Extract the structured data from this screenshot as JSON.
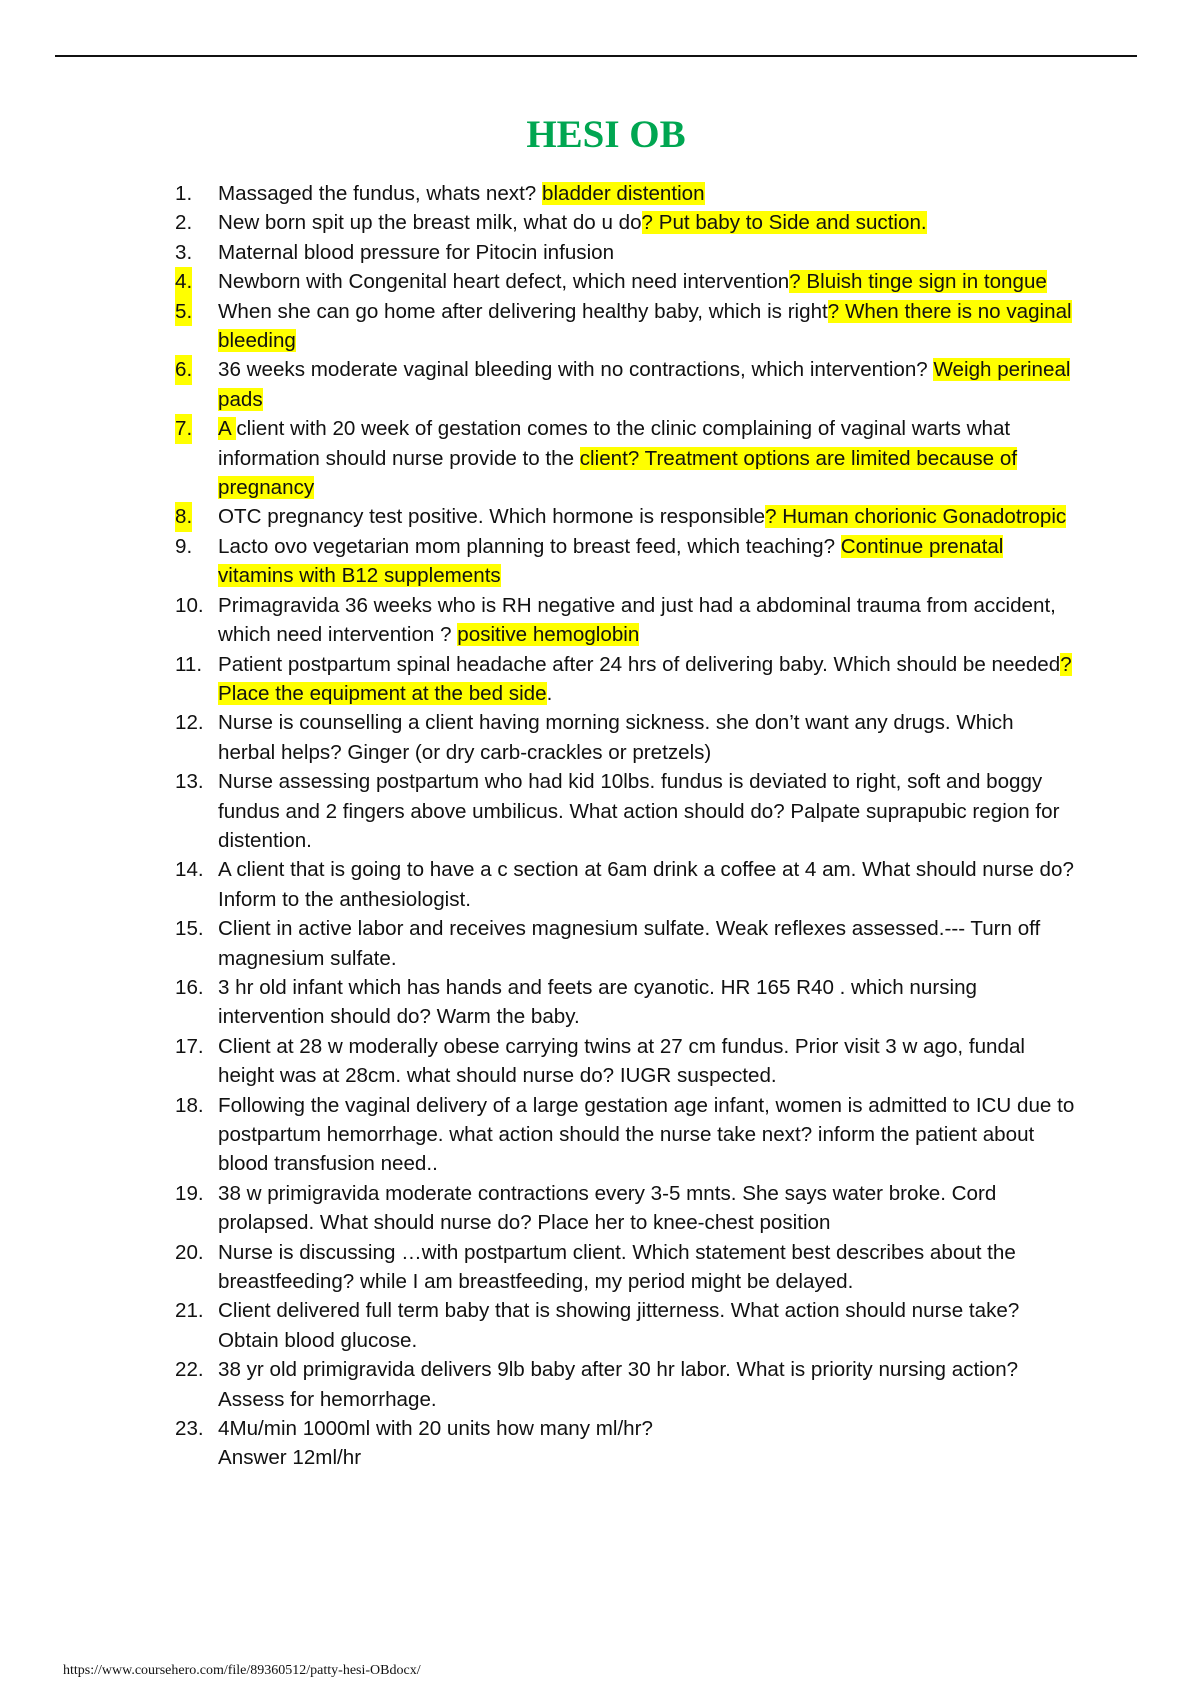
{
  "document": {
    "title": "HESI OB",
    "footer_url": "https://www.coursehero.com/file/89360512/patty-hesi-OBdocx/",
    "highlight_color": "#ffff00",
    "title_color": "#00a651"
  },
  "questions": [
    {
      "num": "1.",
      "num_hl": false,
      "parts": [
        {
          "text": "Massaged the fundus, whats next? ",
          "hl": false
        },
        {
          "text": "bladder distention",
          "hl": true
        }
      ]
    },
    {
      "num": "2.",
      "num_hl": false,
      "parts": [
        {
          "text": "New born spit up the breast milk, what do u do",
          "hl": false
        },
        {
          "text": "? Put baby to Side and suction.",
          "hl": true
        }
      ]
    },
    {
      "num": "3.",
      "num_hl": false,
      "parts": [
        {
          "text": "Maternal blood pressure for Pitocin infusion",
          "hl": false
        }
      ]
    },
    {
      "num": "4.",
      "num_hl": true,
      "parts": [
        {
          "text": "Newborn with Congenital heart defect, which need intervention",
          "hl": false
        },
        {
          "text": "? Bluish tinge sign in tongue",
          "hl": true
        }
      ]
    },
    {
      "num": "5.",
      "num_hl": true,
      "parts": [
        {
          "text": "When she can go home after delivering healthy baby, which is right",
          "hl": false
        },
        {
          "text": "? When there is no vaginal bleeding",
          "hl": true
        }
      ]
    },
    {
      "num": "6.",
      "num_hl": true,
      "parts": [
        {
          "text": "36 weeks moderate vaginal bleeding with no contractions, which intervention? ",
          "hl": false
        },
        {
          "text": "Weigh perineal pads",
          "hl": true
        }
      ]
    },
    {
      "num": "7.",
      "num_hl": true,
      "parts": [
        {
          "text": "A ",
          "hl": true
        },
        {
          "text": "client with 20 week of gestation comes to the clinic complaining of vaginal warts what information should nurse provide to the ",
          "hl": false
        },
        {
          "text": "client? Treatment options are limited because of pregnancy",
          "hl": true
        }
      ]
    },
    {
      "num": "8.",
      "num_hl": true,
      "parts": [
        {
          "text": "OTC pregnancy test positive. Which hormone is responsible",
          "hl": false
        },
        {
          "text": "? Human chorionic Gonadotropic",
          "hl": true
        }
      ]
    },
    {
      "num": "9.",
      "num_hl": false,
      "parts": [
        {
          "text": "Lacto ovo vegetarian mom planning to breast feed, which teaching? ",
          "hl": false
        },
        {
          "text": "Continue prenatal vitamins with B12 supplements",
          "hl": true
        }
      ]
    },
    {
      "num": "10.",
      "num_hl": false,
      "parts": [
        {
          "text": "Primagravida 36 weeks who is RH negative and just had a abdominal trauma from accident, which need intervention ? ",
          "hl": false
        },
        {
          "text": "positive hemoglobin",
          "hl": true
        }
      ]
    },
    {
      "num": "11.",
      "num_hl": false,
      "parts": [
        {
          "text": "Patient postpartum spinal headache after 24 hrs of delivering baby. Which should be needed",
          "hl": false
        },
        {
          "text": "? Place the equipment at the bed side",
          "hl": true
        },
        {
          "text": ".",
          "hl": false
        }
      ]
    },
    {
      "num": "12.",
      "num_hl": false,
      "parts": [
        {
          "text": "Nurse is counselling a client having morning sickness. she don’t want any drugs. Which herbal helps? Ginger (or dry carb-crackles or pretzels)",
          "hl": false
        }
      ]
    },
    {
      "num": "13.",
      "num_hl": false,
      "parts": [
        {
          "text": "Nurse assessing postpartum who had kid 10lbs. fundus is deviated to right, soft and boggy fundus and 2 fingers above umbilicus. What action should do? Palpate suprapubic region for distention.",
          "hl": false
        }
      ]
    },
    {
      "num": "14.",
      "num_hl": false,
      "parts": [
        {
          "text": "A client that is going to have a c section at 6am drink a coffee at 4 am. What should nurse do? Inform to the anthesiologist.",
          "hl": false
        }
      ]
    },
    {
      "num": "15.",
      "num_hl": false,
      "parts": [
        {
          "text": "Client in active labor and receives magnesium sulfate. Weak reflexes assessed.--- Turn off magnesium sulfate.",
          "hl": false
        }
      ]
    },
    {
      "num": "16.",
      "num_hl": false,
      "parts": [
        {
          "text": "3 hr old infant which has hands and feets are cyanotic. HR 165 R40 . which nursing intervention should do? Warm the baby.",
          "hl": false
        }
      ]
    },
    {
      "num": "17.",
      "num_hl": false,
      "parts": [
        {
          "text": "Client at 28 w moderally obese carrying twins at 27 cm fundus. Prior visit 3 w ago, fundal height was at 28cm. what should nurse do? IUGR suspected.",
          "hl": false
        }
      ]
    },
    {
      "num": "18.",
      "num_hl": false,
      "parts": [
        {
          "text": "Following the vaginal delivery of a large gestation age infant, women is admitted to ICU due to postpartum hemorrhage. what action should the nurse take next? inform the patient about blood transfusion need..",
          "hl": false
        }
      ]
    },
    {
      "num": "19.",
      "num_hl": false,
      "parts": [
        {
          "text": "38 w primigravida moderate contractions every 3-5 mnts. She says water broke. Cord prolapsed. What should nurse do? Place her to knee-chest position",
          "hl": false
        }
      ]
    },
    {
      "num": "20.",
      "num_hl": false,
      "parts": [
        {
          "text": "Nurse is discussing …with postpartum client. Which statement best describes about the breastfeeding? while I am breastfeeding, my period might be delayed.",
          "hl": false
        }
      ]
    },
    {
      "num": "21.",
      "num_hl": false,
      "parts": [
        {
          "text": "Client delivered full term baby that is showing jitterness. What action should nurse take? Obtain blood glucose.",
          "hl": false
        }
      ]
    },
    {
      "num": "22.",
      "num_hl": false,
      "parts": [
        {
          "text": "38 yr old primigravida delivers 9lb baby after 30 hr labor. What is priority nursing action? Assess for hemorrhage.",
          "hl": false
        }
      ]
    },
    {
      "num": "23.",
      "num_hl": false,
      "parts": [
        {
          "text": "4Mu/min 1000ml with 20 units how many ml/hr?",
          "hl": false
        }
      ],
      "answer": "Answer 12ml/hr"
    }
  ]
}
